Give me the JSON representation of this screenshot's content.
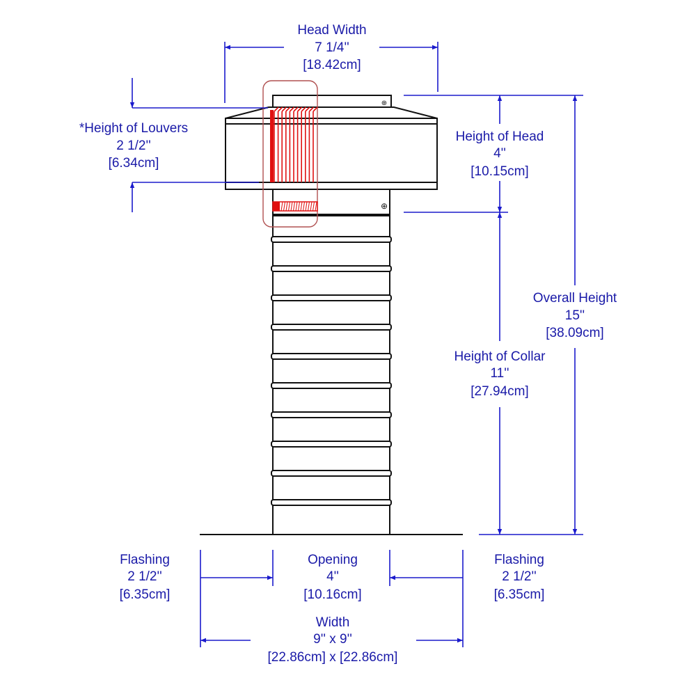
{
  "head_width": {
    "label": "Head Width",
    "imperial": "7 1/4''",
    "metric": "[18.42cm]"
  },
  "louvers": {
    "label": "*Height of Louvers",
    "imperial": "2 1/2''",
    "metric": "[6.34cm]"
  },
  "head_height": {
    "label": "Height of Head",
    "imperial": "4''",
    "metric": "[10.15cm]"
  },
  "overall_height": {
    "label": "Overall Height",
    "imperial": "15''",
    "metric": "[38.09cm]"
  },
  "collar_height": {
    "label": "Height of Collar",
    "imperial": "11''",
    "metric": "[27.94cm]"
  },
  "flashing_left": {
    "label": "Flashing",
    "imperial": "2 1/2''",
    "metric": "[6.35cm]"
  },
  "opening": {
    "label": "Opening",
    "imperial": "4''",
    "metric": "[10.16cm]"
  },
  "flashing_right": {
    "label": "Flashing",
    "imperial": "2 1/2''",
    "metric": "[6.35cm]"
  },
  "width": {
    "label": "Width",
    "imperial": "9'' x 9''",
    "metric": "[22.86cm] x [22.86cm]"
  },
  "colors": {
    "dimension": "#1a1acc",
    "highlight": "#e01010"
  }
}
